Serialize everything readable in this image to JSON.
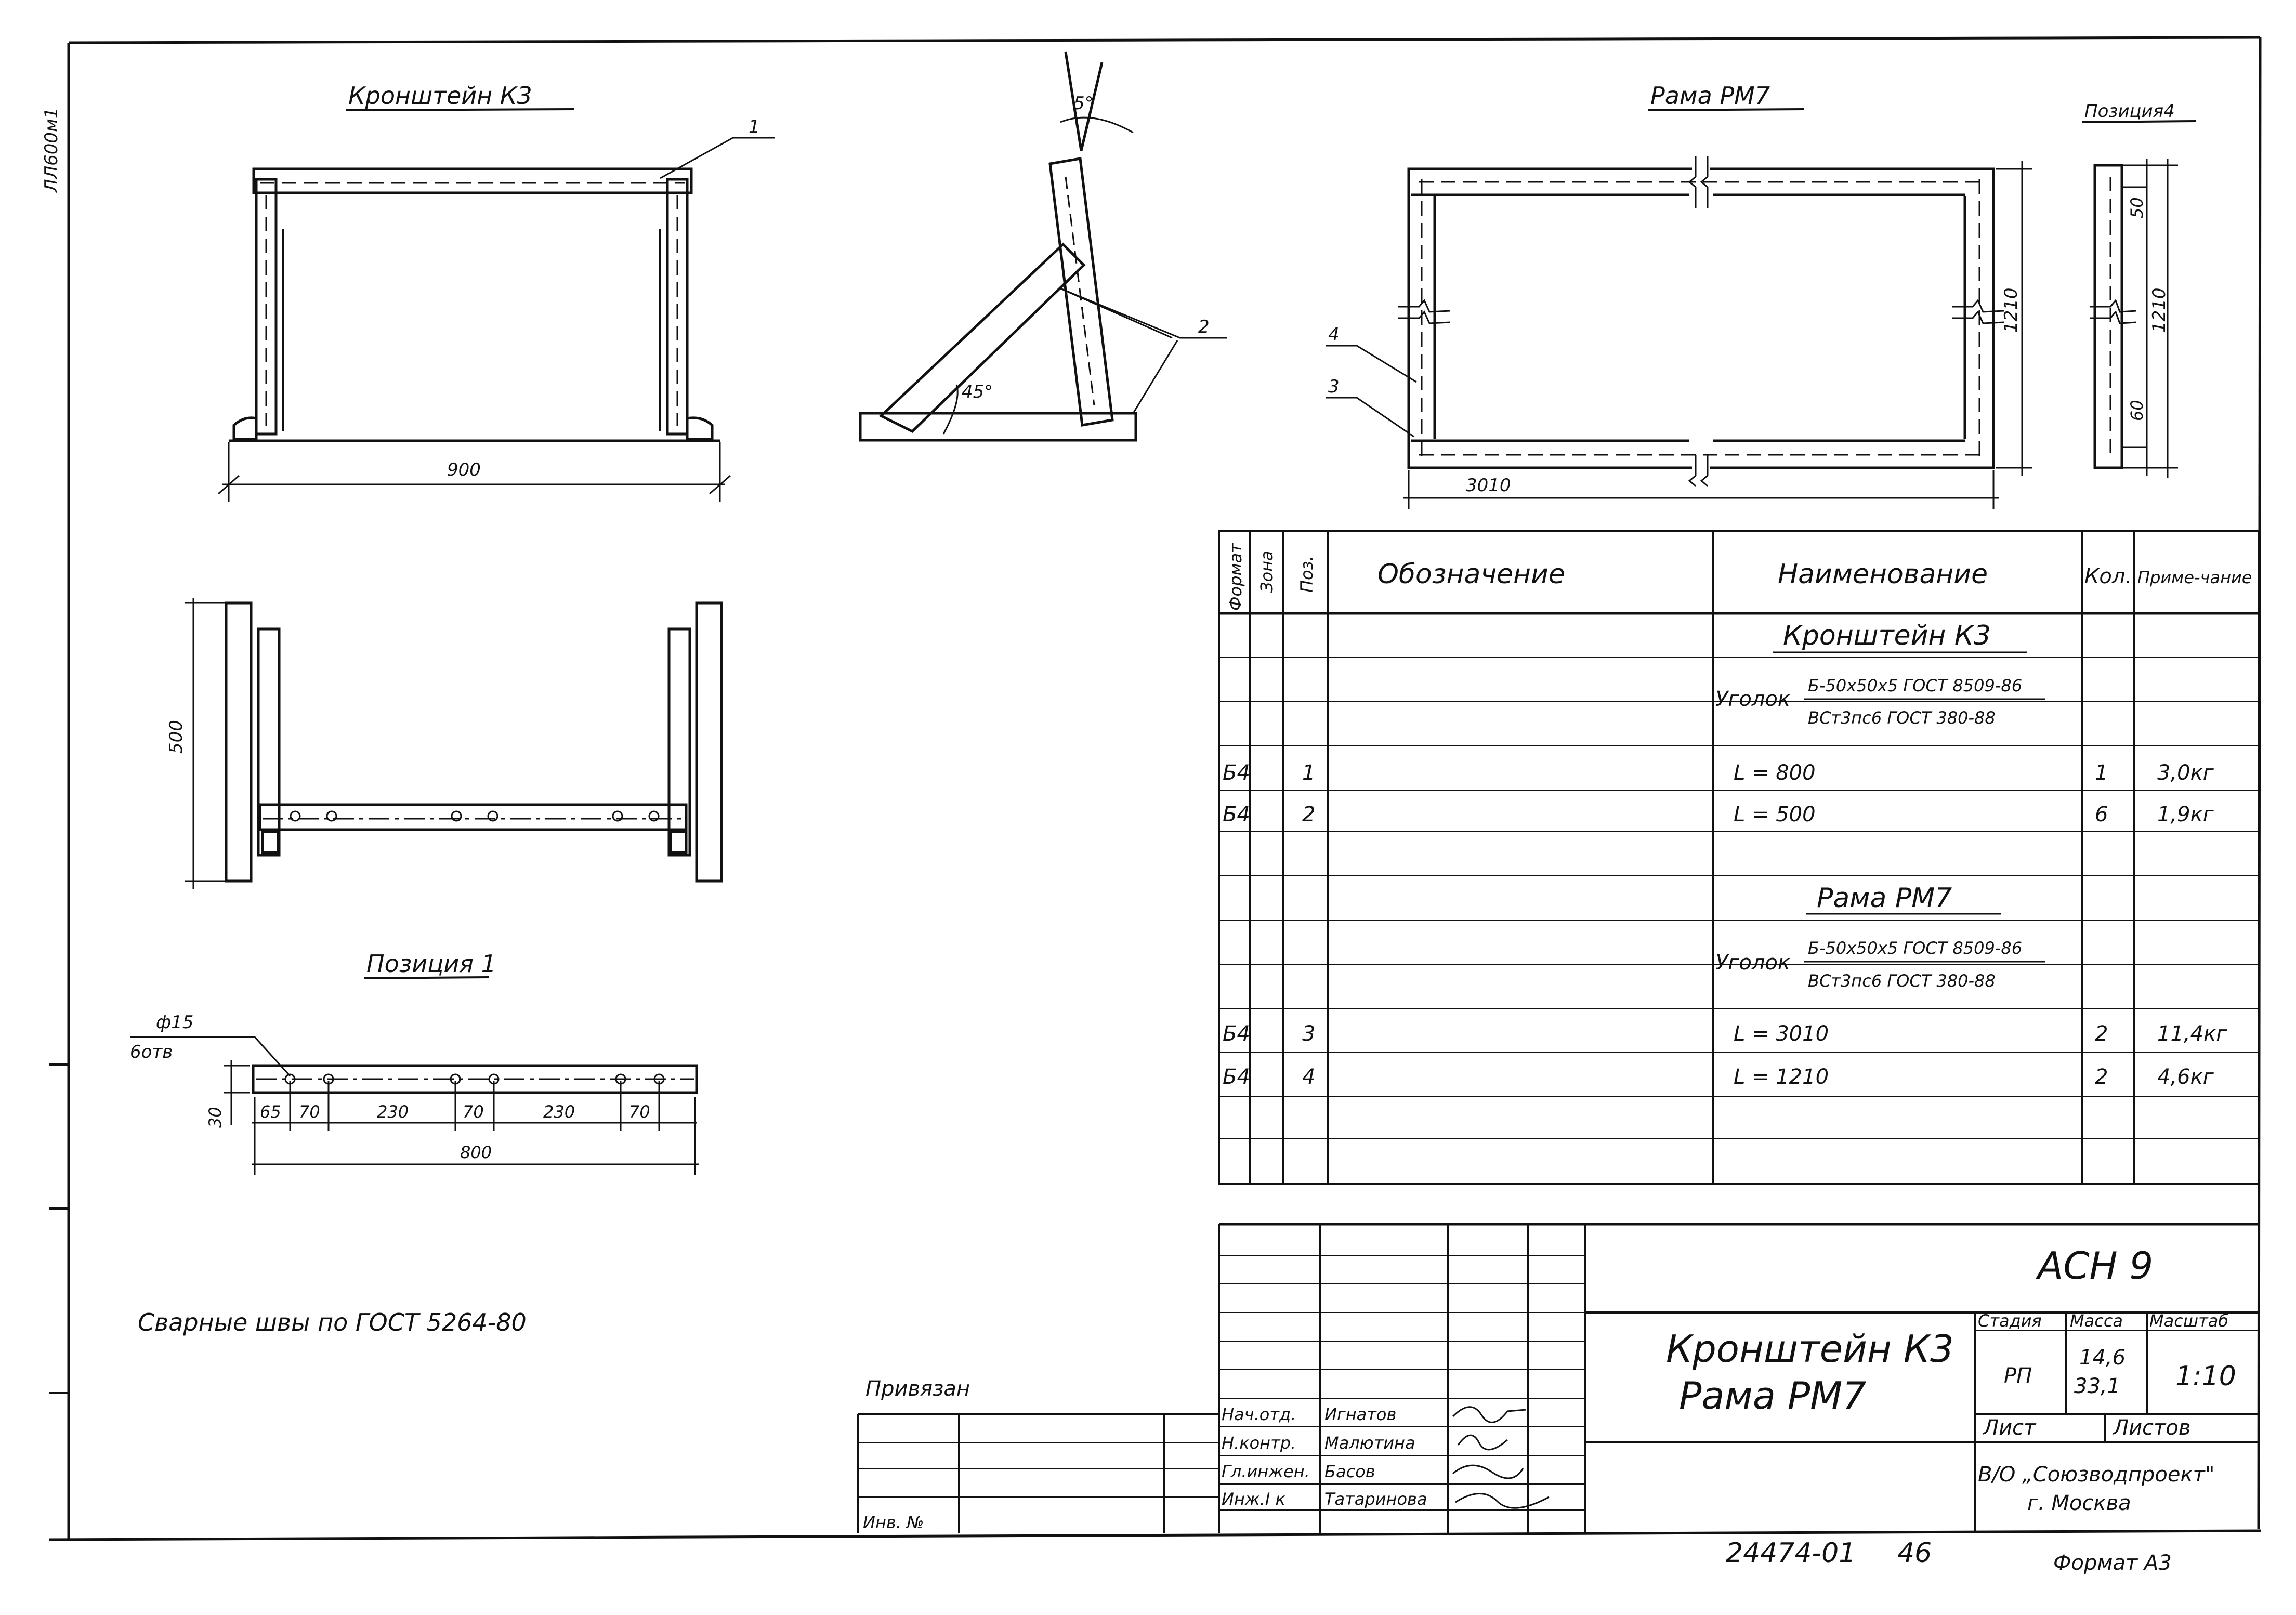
{
  "side_code": "ЛЛ600м1",
  "titles": {
    "bracket": "Кронштейн К3",
    "frame": "Рама РМ7",
    "pos4": "Позиция4",
    "pos1": "Позиция 1"
  },
  "dims": {
    "bracket_width": "900",
    "bracket_height": "500",
    "angle_top": "5°",
    "angle_bottom": "45°",
    "frame_length": "3010",
    "frame_height": "1210",
    "pos4_height": "1210",
    "pos4_top": "50",
    "pos4_bottom": "60",
    "hole_dia": "ф15",
    "hole_count": "6отв",
    "pos1_h": "30",
    "pos1_segments": [
      "65",
      "70",
      "230",
      "70",
      "230",
      "70"
    ],
    "pos1_length": "800"
  },
  "callouts": {
    "c1": "1",
    "c2": "2",
    "c3": "3",
    "c4": "4"
  },
  "spec": {
    "headers": {
      "format": "Формат",
      "zone": "Зона",
      "pos": "Поз.",
      "designation": "Обозначение",
      "name": "Наименование",
      "qty": "Кол.",
      "note": "Приме-чание"
    },
    "group1_title": "Кронштейн К3",
    "group2_title": "Рама РМ7",
    "material_label": "Уголок",
    "material_top": "Б-50х50х5 ГОСТ 8509-86",
    "material_bottom": "ВСт3пс6 ГОСТ 380-88",
    "rows": [
      {
        "format": "Б4",
        "pos": "1",
        "name": "L = 800",
        "qty": "1",
        "note": "3,0кг"
      },
      {
        "format": "Б4",
        "pos": "2",
        "name": "L = 500",
        "qty": "6",
        "note": "1,9кг"
      },
      {
        "format": "Б4",
        "pos": "3",
        "name": "L = 3010",
        "qty": "2",
        "note": "11,4кг"
      },
      {
        "format": "Б4",
        "pos": "4",
        "name": "L = 1210",
        "qty": "2",
        "note": "4,6кг"
      }
    ]
  },
  "weld_note": "Сварные швы по ГОСТ 5264-80",
  "title_block": {
    "code": "АСН 9",
    "drawing_title_1": "Кронштейн К3",
    "drawing_title_2": "Рама РМ7",
    "stage_label": "Стадия",
    "mass_label": "Масса",
    "scale_label": "Масштаб",
    "stage": "РП",
    "mass_1": "14,6",
    "mass_2": "33,1",
    "scale": "1:10",
    "sheet_label": "Лист",
    "sheets_label": "Листов",
    "org_1": "В/О „Союзводпроект\"",
    "org_2": "г. Москва",
    "linked": "Привязан",
    "inv": "Инв. №",
    "roles": [
      "Нач.отд.",
      "Н.контр.",
      "Гл.инжен.",
      "Инж.I к"
    ],
    "names": [
      "Игнатов",
      "Малютина",
      "Басов",
      "Татаринова"
    ]
  },
  "footer": {
    "doc_number": "24474-01",
    "page": "46",
    "format": "Формат А3"
  }
}
